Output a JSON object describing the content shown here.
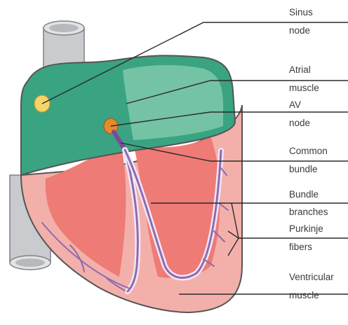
{
  "labels": {
    "sinus_node": [
      "Sinus",
      "node"
    ],
    "atrial_muscle": [
      "Atrial",
      "muscle"
    ],
    "av_node": [
      "AV",
      "node"
    ],
    "common_bundle": [
      "Common",
      "bundle"
    ],
    "bundle_branches": [
      "Bundle",
      "branches"
    ],
    "purkinje_fibers": [
      "Purkinje",
      "fibers"
    ],
    "ventricular_muscle": [
      "Ventricular",
      "muscle"
    ]
  },
  "colors": {
    "atria": "#3aa382",
    "atria_light": "#8fd0b3",
    "ventricle": "#f3b0aa",
    "ventricle_inner": "#ee7b75",
    "vein": "#c9cbce",
    "sinus_node": "#f6d46a",
    "av_node": "#e68a2e",
    "bundle": "#7b4a9c"
  }
}
